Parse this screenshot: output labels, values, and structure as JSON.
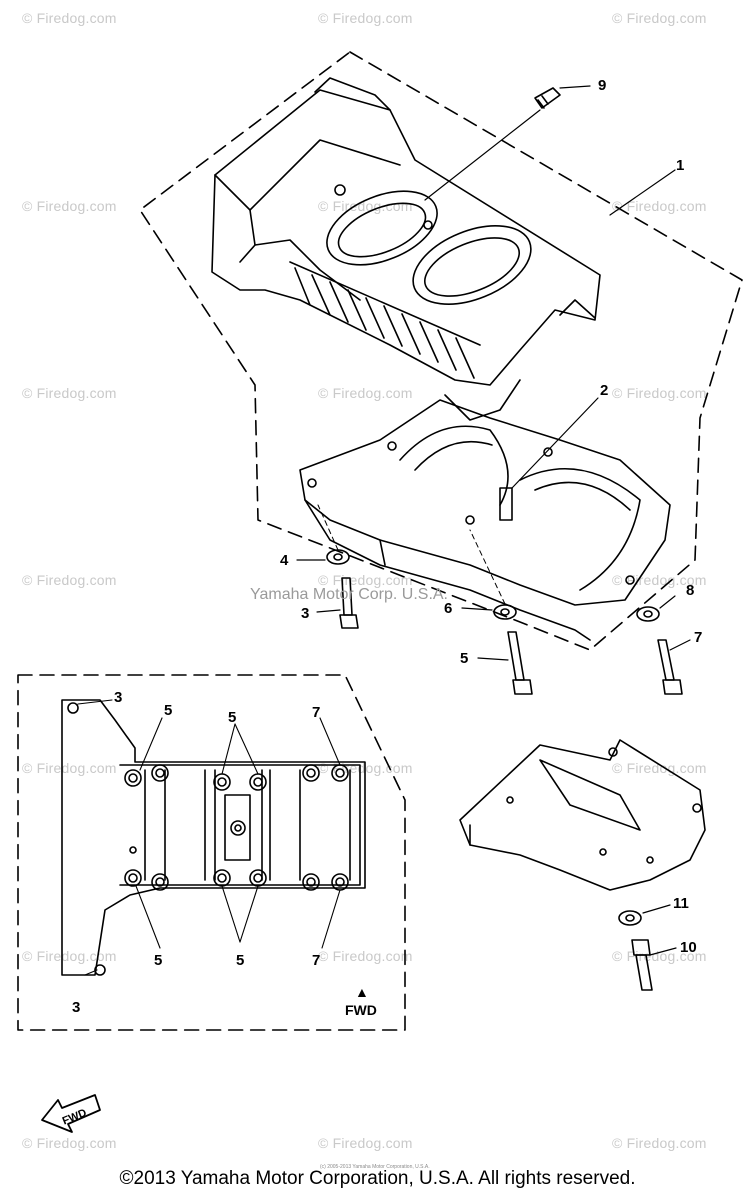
{
  "watermark": {
    "text": "© Firedog.com",
    "color": "#c9c9c9"
  },
  "corp_watermark": "Yamaha Motor Corp. U.S.A.",
  "callouts": {
    "c9": "9",
    "c1": "1",
    "c2": "2",
    "c4": "4",
    "c3a": "3",
    "c6": "6",
    "c8": "8",
    "c5a": "5",
    "c7a": "7",
    "inset_3_top": "3",
    "inset_5_left": "5",
    "inset_5_mid": "5",
    "inset_7_top": "7",
    "inset_5_bl": "5",
    "inset_5_bm": "5",
    "inset_7_bot": "7",
    "inset_3_bot": "3",
    "c11": "11",
    "c10": "10"
  },
  "fwd": {
    "inset_label": "FWD",
    "corner_label": "FWD"
  },
  "footer": "©2013 Yamaha Motor Corporation, U.S.A. All rights reserved.",
  "tiny_note": "(c) 2005-2013 Yamaha Motor Corporation, U.S.A."
}
